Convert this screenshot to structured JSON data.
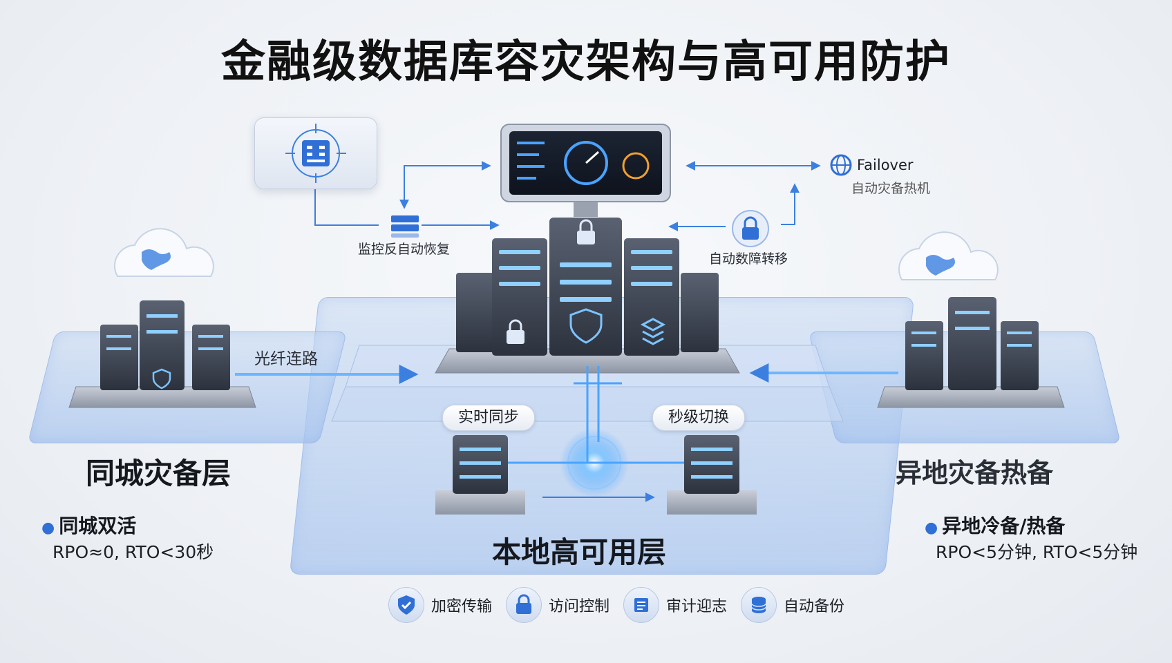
{
  "title": "金融级数据库容灾架构与高可用防护",
  "layers": {
    "same_city": {
      "label": "同城灾备层",
      "bullet": "同城双活",
      "metric": "RPO≈0, RTO<30秒"
    },
    "local": {
      "label": "本地高可用层"
    },
    "remote": {
      "label": "异地灾备热备",
      "bullet": "异地冷备/热备",
      "metric": "RPO<5分钟, RTO<5分钟"
    }
  },
  "links": {
    "fiber": "光纤连路",
    "realtime_sync": "实时同步",
    "second_switch": "秒级切换"
  },
  "monitoring": {
    "label": "监控反自动恢复"
  },
  "failover": {
    "label": "自动数障转移",
    "title": "Failover",
    "subtitle": "自动灾备热机"
  },
  "legend": [
    {
      "label": "加密传输",
      "icon": "shield-check-icon"
    },
    {
      "label": "访问控制",
      "icon": "lock-icon"
    },
    {
      "label": "审计迎志",
      "icon": "audit-log-icon"
    },
    {
      "label": "自动备份",
      "icon": "database-backup-icon"
    }
  ],
  "colors": {
    "accent": "#2f6fd6",
    "glow": "#4aa3ff",
    "server_dark": "#3a4150",
    "plate": "#b9cdee"
  }
}
